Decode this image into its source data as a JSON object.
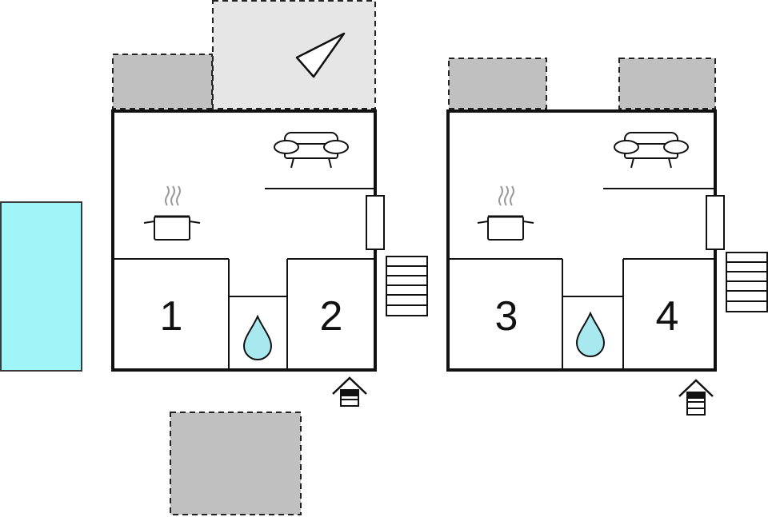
{
  "colors": {
    "background": "#ffffff",
    "wall": "#111111",
    "terrace": "#c0c0c0",
    "garden": "#e6e6e6",
    "pool": "#9ff5f7",
    "pool_border": "#3a3a3a",
    "water_drop": "#a7e9ef"
  },
  "floor_plans": [
    {
      "rooms": [
        {
          "number": "1",
          "type": "bedroom"
        },
        {
          "number": "2",
          "type": "bedroom"
        }
      ],
      "icons": [
        "sofa-icon",
        "cooking-pot-icon",
        "water-drop-icon",
        "stairs-icon",
        "entrance-icon"
      ]
    },
    {
      "rooms": [
        {
          "number": "3",
          "type": "bedroom"
        },
        {
          "number": "4",
          "type": "bedroom"
        }
      ],
      "icons": [
        "sofa-icon",
        "cooking-pot-icon",
        "water-drop-icon",
        "stairs-icon",
        "entrance-icon"
      ]
    }
  ],
  "outdoor_icons": [
    "terrace-area",
    "garden-area",
    "swimming-pool",
    "sun-direction-icon"
  ]
}
